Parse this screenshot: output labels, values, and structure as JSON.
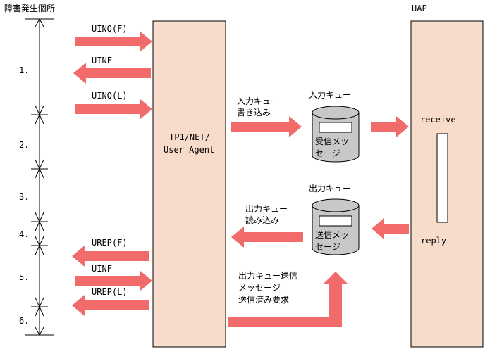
{
  "title": "障害発生個所",
  "uap": {
    "title": "UAP",
    "receive": "receive",
    "reply": "reply"
  },
  "agent": {
    "line1": "TP1/NET/",
    "line2": "User Agent"
  },
  "intervals": [
    "1.",
    "2.",
    "3.",
    "4.",
    "5.",
    "6."
  ],
  "messages": {
    "uinq_f": "UINQ(F)",
    "uinf_1": "UINF",
    "uinq_l": "UINQ(L)",
    "urep_f": "UREP(F)",
    "uinf_2": "UINF",
    "urep_l": "UREP(L)"
  },
  "input_queue": {
    "title": "入力キュー",
    "write_line1": "入力キュー",
    "write_line2": "書き込み",
    "content_line1": "受信メッ",
    "content_line2": "セージ"
  },
  "output_queue": {
    "title": "出力キュー",
    "read_line1": "出力キュー",
    "read_line2": "読み込み",
    "content_line1": "送信メッ",
    "content_line2": "セージ"
  },
  "send_done": {
    "line1": "出力キュー送信",
    "line2": "メッセージ",
    "line3": "送信済み要求"
  },
  "colors": {
    "arrow": "#f26b6b",
    "box": "#f8dccb",
    "cylinder": "#c8c8c8"
  }
}
